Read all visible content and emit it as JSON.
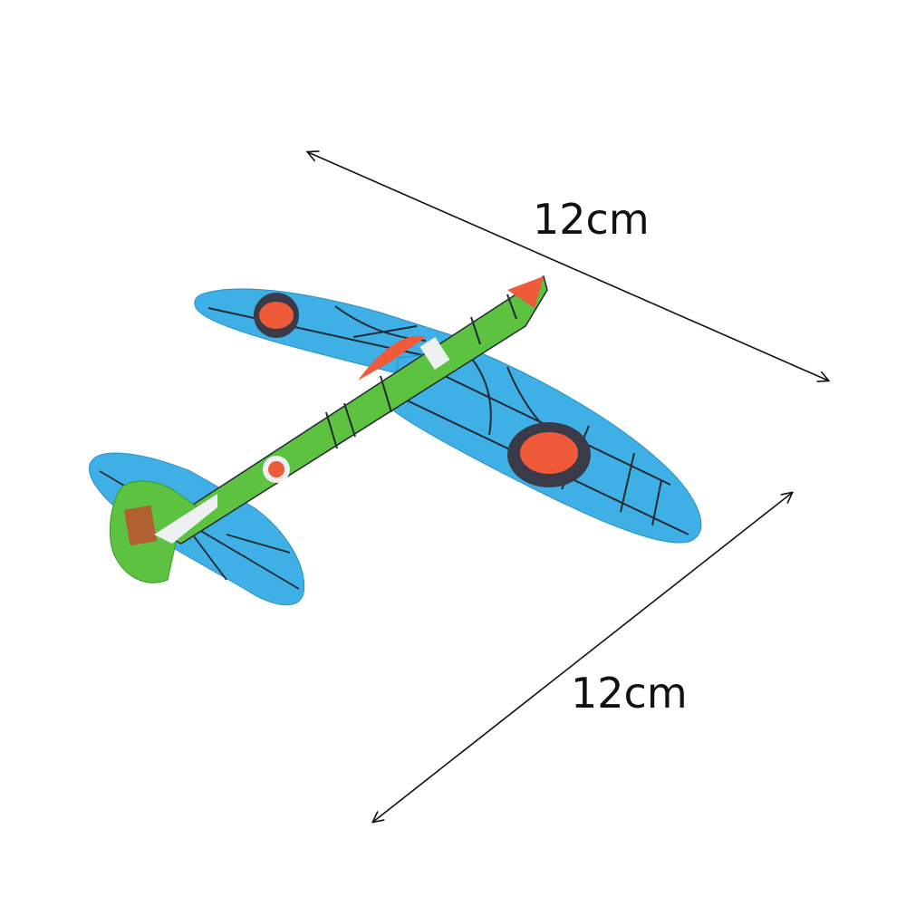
{
  "image": {
    "subject": "foam glider toy airplane",
    "background_color": "#ffffff"
  },
  "dimensions": {
    "width_label": "12cm",
    "depth_label": "12cm"
  },
  "colors": {
    "wing_blue": "#3fb0e6",
    "fuselage_green": "#5cc23f",
    "roundel_red": "#ef5a3a",
    "roundel_ring": "#3a3a48",
    "panel_line": "#222a33",
    "arrow": "#111111"
  }
}
